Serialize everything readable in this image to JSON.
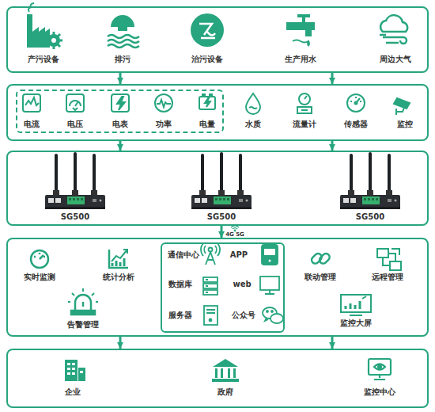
{
  "diagram": {
    "nodes": [
      {
        "text": [
          "产污设备",
          "排污",
          "治污设备",
          "生产用水",
          "周边大气"
        ]
      },
      {
        "text": [
          "水质",
          "流量计",
          "传感器",
          "监控"
        ]
      },
      {
        "text": [
          "电流",
          "电压",
          "电表",
          "功率",
          "电量"
        ],
        "in": 1
      },
      {
        "text": [
          "SG500",
          "SG500",
          "SG500"
        ]
      },
      {
        "text": [
          "实时监测",
          "统计分析",
          "告警管理",
          "联动管理",
          "远程管理",
          "监控大屏"
        ]
      },
      {
        "text": [
          "通信中心",
          "APP",
          "数据库",
          "web",
          "服务器",
          "公众号"
        ],
        "in": 4
      },
      {
        "text": [
          "企业",
          "政府",
          "监控中心"
        ]
      }
    ],
    "edges": [
      {
        "from": 0,
        "to": 1,
        "arrow": "to"
      },
      {
        "from": 0,
        "to": 1,
        "arrow": "to"
      },
      {
        "from": 1,
        "to": 3,
        "arrow": "to"
      },
      {
        "from": 1,
        "to": 3,
        "arrow": "to"
      },
      {
        "from": 3,
        "to": 4,
        "arrow": "to",
        "label": "4G 5G"
      },
      {
        "from": 4,
        "to": 6,
        "arrow": "to"
      },
      {
        "from": 4,
        "to": 6,
        "arrow": "to"
      }
    ]
  }
}
